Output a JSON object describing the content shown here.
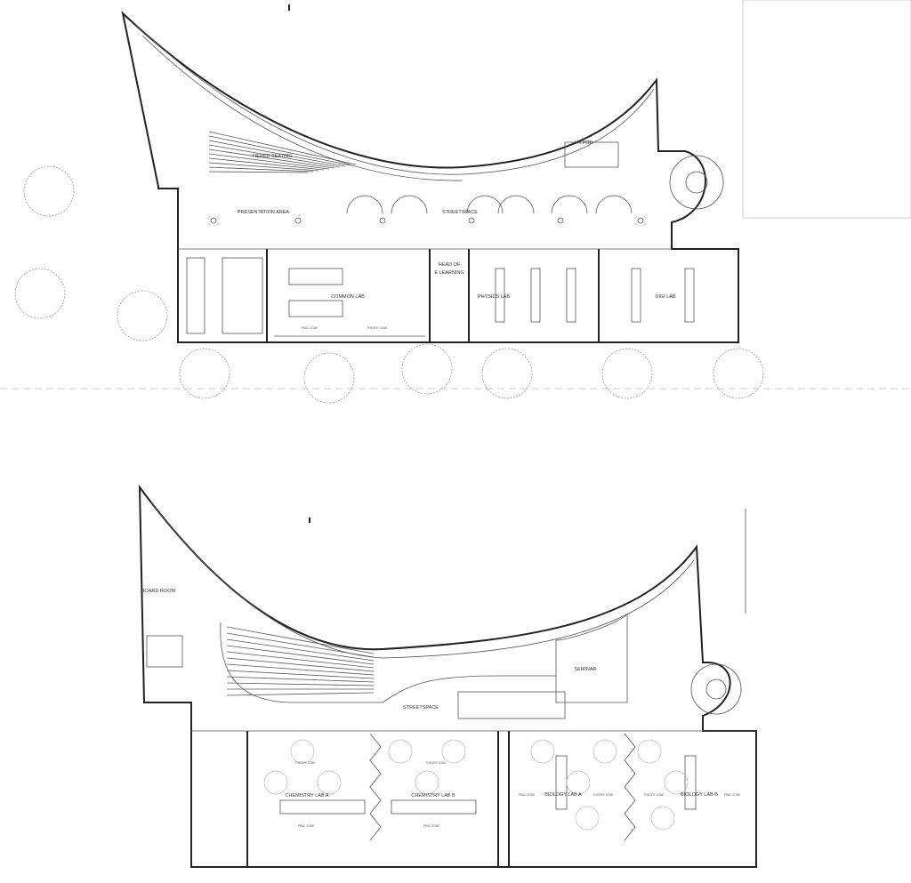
{
  "ground_floor": {
    "rooms": {
      "tiered_seating": "TIERED SEATING",
      "presentation_area": "PRESENTATION AREA",
      "streetspace": "STREETSPACE",
      "vr_pod": "VR POD",
      "common_lab": "COMMON LAB",
      "head_of_e_learning_1": "HEAD OF",
      "head_of_e_learning_2": "E LEARNING",
      "physics_lab": "PHYSICS LAB",
      "digi_lab": "DIGI LAB"
    },
    "zones": {
      "prac": "PRAC ZONE",
      "theory": "THEORY ZONE"
    }
  },
  "first_floor": {
    "rooms": {
      "board_room": "BOARD ROOM",
      "seminar": "SEMINAR",
      "streetspace": "STREETSPACE",
      "chemistry_lab_a": "CHEMISTRY LAB A",
      "chemistry_lab_b": "CHEMISTRY LAB B",
      "biology_lab_a": "BIOLOGY LAB A",
      "biology_lab_b": "BIOLOGY LAB B"
    },
    "zones": {
      "prac": "PRAC ZONE",
      "theory": "THEORY ZONE"
    }
  }
}
